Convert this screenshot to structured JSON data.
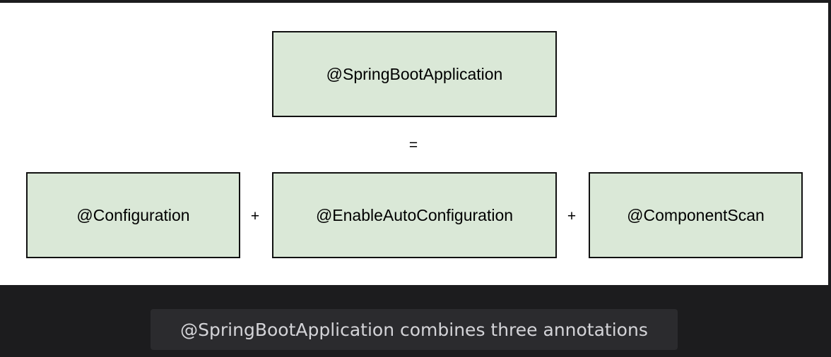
{
  "diagram": {
    "top_box": "@SpringBootApplication",
    "equals": "=",
    "plus_1": "+",
    "plus_2": "+",
    "parts": [
      {
        "label": "@Configuration"
      },
      {
        "label": "@EnableAutoConfiguration"
      },
      {
        "label": "@ComponentScan"
      }
    ]
  },
  "caption": "@SpringBootApplication combines three annotations",
  "colors": {
    "box_fill": "#dae8d7",
    "box_border": "#111111",
    "canvas": "#ffffff",
    "background": "#1c1c1e",
    "caption_bg": "#2b2b2e",
    "caption_text": "#d4d4d8"
  }
}
